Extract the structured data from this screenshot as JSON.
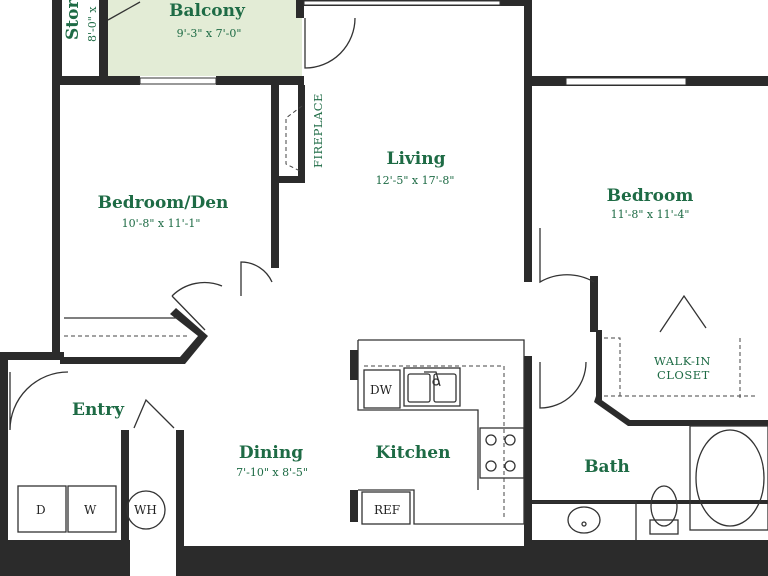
{
  "rooms": {
    "storage": {
      "name": "Stor",
      "dim": "8'-0\" x"
    },
    "balcony": {
      "name": "Balcony",
      "dim": "9'-3\" x 7'-0\""
    },
    "living": {
      "name": "Living",
      "dim": "12'-5\" x 17'-8\""
    },
    "bedroom_den": {
      "name": "Bedroom/Den",
      "dim": "10'-8\" x 11'-1\""
    },
    "bedroom": {
      "name": "Bedroom",
      "dim": "11'-8\" x 11'-4\""
    },
    "entry": {
      "name": "Entry"
    },
    "dining": {
      "name": "Dining",
      "dim": "7'-10\" x 8'-5\""
    },
    "kitchen": {
      "name": "Kitchen"
    },
    "bath": {
      "name": "Bath"
    }
  },
  "labels": {
    "fireplace": "FIREPLACE",
    "walk_in_closet_line1": "WALK-IN",
    "walk_in_closet_line2": "CLOSET",
    "dishwasher": "DW",
    "refrigerator": "REF",
    "dryer": "D",
    "washer": "W",
    "water_heater": "WH"
  },
  "colors": {
    "room_text": "#1e6b45",
    "wall": "#2b2b2b",
    "balcony_fill": "#e3ecd6"
  }
}
